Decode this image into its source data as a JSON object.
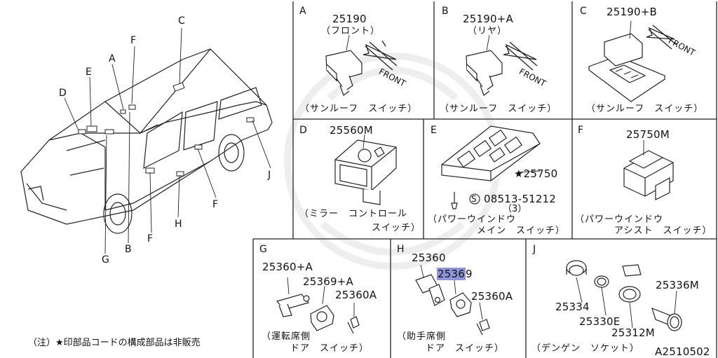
{
  "diagram": {
    "note": "（注）★印部品コードの構成部品は非販売",
    "drawing_id": "A2510502",
    "overview_callouts": [
      "A",
      "B",
      "C",
      "D",
      "E",
      "F",
      "F",
      "F",
      "G",
      "H",
      "J"
    ],
    "panels": {
      "A": {
        "letter": "A",
        "part": "25190",
        "sub": "（フロント）",
        "front": "FRONT",
        "caption": "（サンルーフ　スイッチ）"
      },
      "B": {
        "letter": "B",
        "part": "25190+A",
        "sub": "（リヤ）",
        "front": "FRONT",
        "caption": "（サンルーフ　スイッチ）"
      },
      "C": {
        "letter": "C",
        "part": "25190+B",
        "front": "FRONT",
        "caption": "（サンルーフ　スイッチ）"
      },
      "D": {
        "letter": "D",
        "part": "25560M",
        "caption1": "（ミラー　コントロール",
        "caption2": "スイッチ）"
      },
      "E": {
        "letter": "E",
        "part": "★25750",
        "screw_symbol": "S",
        "screw": "08513-51212",
        "screw_qty": "（3）",
        "caption1": "（パワーウインドウ",
        "caption2": "メイン　スイッチ）"
      },
      "F": {
        "letter": "F",
        "part": "25750M",
        "caption1": "（パワーウインドウ",
        "caption2": "アシスト　スイッチ）"
      },
      "G": {
        "letter": "G",
        "part1": "25360+A",
        "part2": "25369+A",
        "part3": "25360A",
        "caption1": "（運転席側",
        "caption2": "ドア　スイッチ）"
      },
      "H": {
        "letter": "H",
        "part1": "25360",
        "part2_highlight": "2536",
        "part2_rest": "9",
        "part3": "25360A",
        "caption1": "（助手席側",
        "caption2": "ドア　スイッチ）"
      },
      "J": {
        "letter": "J",
        "part1": "25336M",
        "part2": "25334",
        "part3": "25330E",
        "part4": "25312M",
        "caption": "（デンゲン　ソケット）"
      }
    }
  }
}
